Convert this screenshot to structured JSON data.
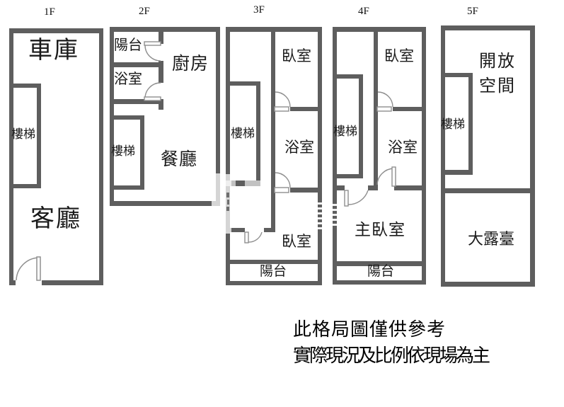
{
  "floors": [
    {
      "label": "1F",
      "rooms": [
        "車庫",
        "樓梯",
        "客廳"
      ]
    },
    {
      "label": "2F",
      "rooms": [
        "陽台",
        "浴室",
        "廚房",
        "樓梯",
        "餐廳"
      ]
    },
    {
      "label": "3F",
      "rooms": [
        "臥室",
        "樓梯",
        "浴室",
        "臥室",
        "陽台"
      ]
    },
    {
      "label": "4F",
      "rooms": [
        "臥室",
        "樓梯",
        "浴室",
        "主臥室",
        "陽台"
      ]
    },
    {
      "label": "5F",
      "rooms": [
        "開放空間",
        "樓梯",
        "大露臺"
      ]
    }
  ],
  "disclaimer": {
    "line1": "此格局圖僅供參考",
    "line2": "實際現況及比例依現場為主"
  },
  "colors": {
    "wall": "#5e5e5e",
    "wall_faded": "#c2c2c2",
    "door_stroke": "#8f8f8f",
    "text": "#1a1a1a",
    "background": "#ffffff"
  }
}
